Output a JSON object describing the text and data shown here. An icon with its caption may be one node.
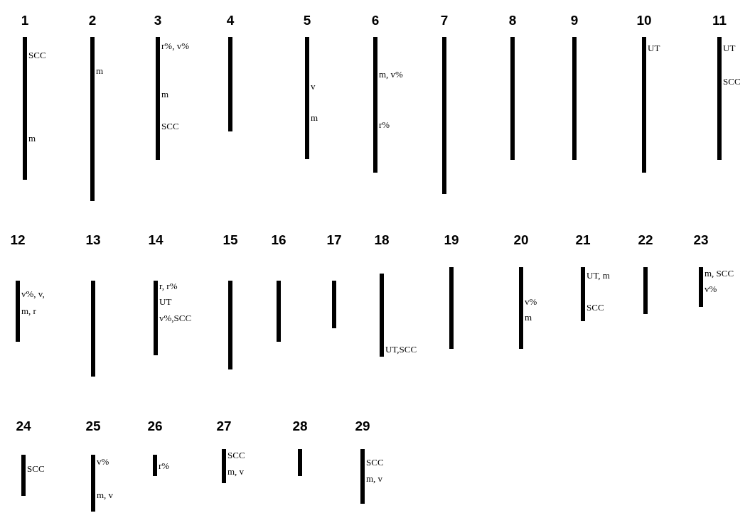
{
  "diagram": {
    "nodes": [
      {
        "text": [
          "1"
        ],
        "beside": [
          "SCC",
          "m"
        ]
      },
      {
        "text": [
          "2"
        ],
        "beside": [
          "m"
        ]
      },
      {
        "text": [
          "3"
        ],
        "beside": [
          "r%, v%",
          "m",
          "SCC"
        ]
      },
      {
        "text": [
          "4"
        ]
      },
      {
        "text": [
          "5"
        ],
        "beside": [
          "v",
          "m"
        ]
      },
      {
        "text": [
          "6"
        ],
        "beside": [
          "m, v%",
          "r%"
        ]
      },
      {
        "text": [
          "7"
        ]
      },
      {
        "text": [
          "8"
        ]
      },
      {
        "text": [
          "9"
        ]
      },
      {
        "text": [
          "10"
        ],
        "beside": [
          "UT"
        ]
      },
      {
        "text": [
          "11"
        ],
        "beside": [
          "UT",
          "SCC"
        ]
      },
      {
        "text": [
          "12"
        ],
        "beside": [
          "v%, v, m, r"
        ]
      },
      {
        "text": [
          "13"
        ]
      },
      {
        "text": [
          "14"
        ],
        "beside": [
          "r, r%",
          "UT",
          "v%,SCC"
        ]
      },
      {
        "text": [
          "15"
        ]
      },
      {
        "text": [
          "16"
        ]
      },
      {
        "text": [
          "17"
        ]
      },
      {
        "text": [
          "18"
        ],
        "beside": [
          "UT,SCC"
        ]
      },
      {
        "text": [
          "19"
        ]
      },
      {
        "text": [
          "20"
        ],
        "beside": [
          "v%",
          "m"
        ]
      },
      {
        "text": [
          "21"
        ],
        "beside": [
          "UT, m",
          "SCC"
        ]
      },
      {
        "text": [
          "22"
        ]
      },
      {
        "text": [
          "23"
        ],
        "beside": [
          "m, SCC",
          "v%"
        ]
      },
      {
        "text": [
          "24"
        ],
        "beside": [
          "SCC"
        ]
      },
      {
        "text": [
          "25"
        ],
        "beside": [
          "v%",
          "m, v"
        ]
      },
      {
        "text": [
          "26"
        ],
        "beside": [
          "r%"
        ]
      },
      {
        "text": [
          "27"
        ],
        "beside": [
          "SCC",
          "m, v"
        ]
      },
      {
        "text": [
          "28"
        ]
      },
      {
        "text": [
          "29"
        ],
        "beside": [
          "SCC",
          "m, v"
        ]
      }
    ]
  }
}
